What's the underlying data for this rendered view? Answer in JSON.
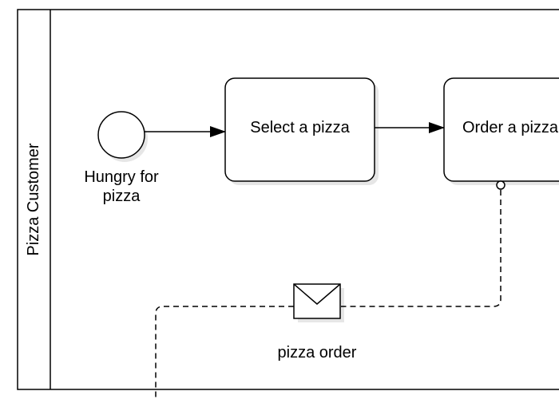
{
  "pool": {
    "lane_label": "Pizza Customer"
  },
  "start_event": {
    "label_line1": "Hungry for",
    "label_line2": "pizza"
  },
  "tasks": [
    {
      "label": "Select a pizza"
    },
    {
      "label": "Order a pizza"
    }
  ],
  "message": {
    "label": "pizza order",
    "icon": "envelope-icon"
  },
  "colors": {
    "stroke": "#000000",
    "fill": "#ffffff",
    "shadow": "#e6e6e6"
  }
}
